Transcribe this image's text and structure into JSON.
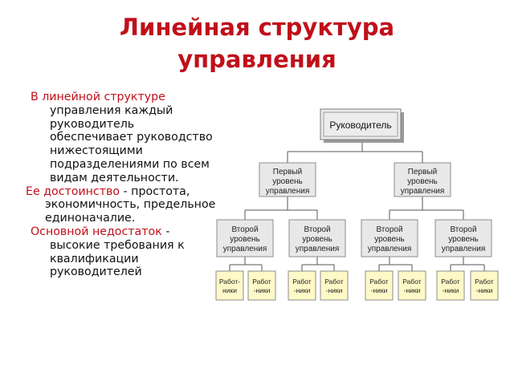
{
  "slide": {
    "title_line1": "Линейная структура",
    "title_line2": "управления",
    "title_color": "#c0101a"
  },
  "text": {
    "p1_lead": "В линейной структуре",
    "p1_rest": " управления каждый руководитель обеспечивает руководство нижестоящими подразделениями по всем видам деятельности.",
    "p2_lead": "Ее достоинство",
    "p2_rest": " - простота, экономичность, предельное единоначалие.",
    "p3_lead": "Основной недостаток",
    "p3_rest": " - высокие требования к квалификации руководителей"
  },
  "diagram": {
    "root": "Руководитель",
    "level1": [
      "Первый уровень управления",
      "Первый уровень управления"
    ],
    "level2": [
      "Второй уровень управления",
      "Второй уровень управления",
      "Второй уровень управления",
      "Второй уровень управления"
    ],
    "workers": [
      "Работ- ники",
      "Работ -ники",
      "Работ -ники",
      "Работ -ники",
      "Работ -ники",
      "Работ -ники",
      "Работ -ники",
      "Работ -ники"
    ],
    "box_fill": "#e8e8e8",
    "worker_fill": "#fff9c8",
    "border_color": "#8c8c8c"
  }
}
